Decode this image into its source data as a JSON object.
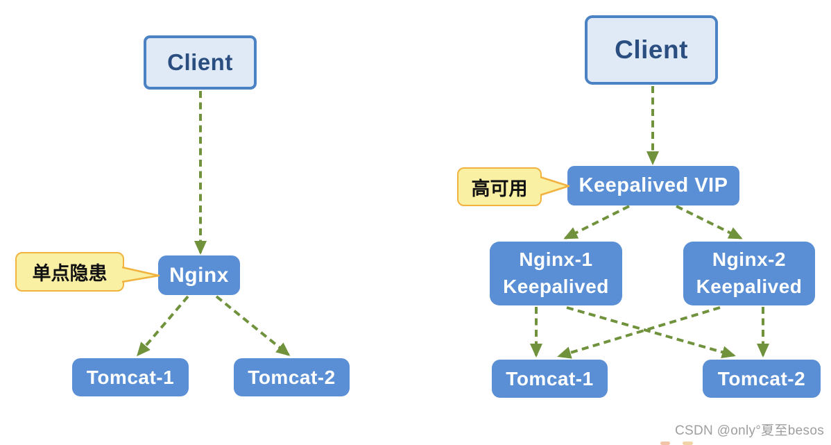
{
  "colors": {
    "node_fill": "#5a8fd5",
    "node_text": "#ffffff",
    "client_fill": "#dfeaf6",
    "client_border": "#4a82c4",
    "client_text": "#2b4e80",
    "arrow_green": "#70923c",
    "callout_fill": "#faf0a4",
    "callout_border": "#f1b23e",
    "callout_text": "#111111",
    "watermark_gray": "#9e9e9e"
  },
  "left_diagram": {
    "client_label": "Client",
    "callout_label": "单点隐患",
    "nginx_label": "Nginx",
    "tomcat1_label": "Tomcat-1",
    "tomcat2_label": "Tomcat-2"
  },
  "right_diagram": {
    "client_label": "Client",
    "callout_label": "高可用",
    "vip_label": "Keepalived VIP",
    "nginx1_line1": "Nginx-1",
    "nginx1_line2": "Keepalived",
    "nginx2_line1": "Nginx-2",
    "nginx2_line2": "Keepalived",
    "tomcat1_label": "Tomcat-1",
    "tomcat2_label": "Tomcat-2"
  },
  "watermark": "CSDN @only°夏至besos"
}
